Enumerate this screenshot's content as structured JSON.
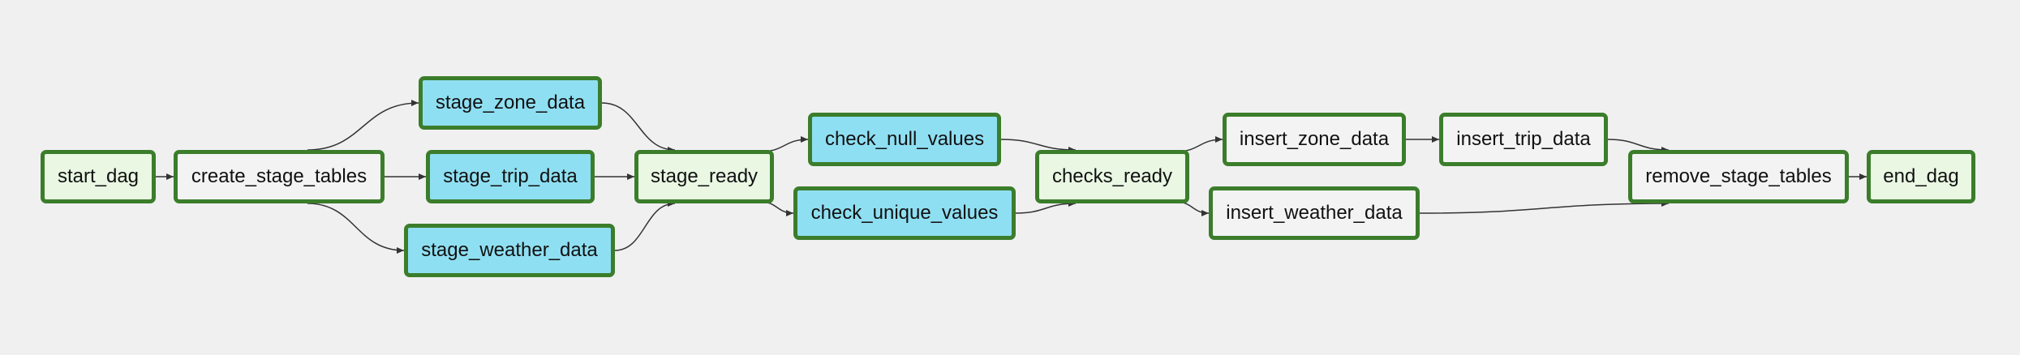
{
  "graph": {
    "nodes": {
      "start_dag": "start_dag",
      "create_stage_tables": "create_stage_tables",
      "stage_zone_data": "stage_zone_data",
      "stage_trip_data": "stage_trip_data",
      "stage_weather_data": "stage_weather_data",
      "stage_ready": "stage_ready",
      "check_null_values": "check_null_values",
      "check_unique_values": "check_unique_values",
      "checks_ready": "checks_ready",
      "insert_zone_data": "insert_zone_data",
      "insert_trip_data": "insert_trip_data",
      "insert_weather_data": "insert_weather_data",
      "remove_stage_tables": "remove_stage_tables",
      "end_dag": "end_dag"
    },
    "edges": [
      [
        "start_dag",
        "create_stage_tables"
      ],
      [
        "create_stage_tables",
        "stage_zone_data"
      ],
      [
        "create_stage_tables",
        "stage_trip_data"
      ],
      [
        "create_stage_tables",
        "stage_weather_data"
      ],
      [
        "stage_zone_data",
        "stage_ready"
      ],
      [
        "stage_trip_data",
        "stage_ready"
      ],
      [
        "stage_weather_data",
        "stage_ready"
      ],
      [
        "stage_ready",
        "check_null_values"
      ],
      [
        "stage_ready",
        "check_unique_values"
      ],
      [
        "check_null_values",
        "checks_ready"
      ],
      [
        "check_unique_values",
        "checks_ready"
      ],
      [
        "checks_ready",
        "insert_zone_data"
      ],
      [
        "checks_ready",
        "insert_weather_data"
      ],
      [
        "insert_zone_data",
        "insert_trip_data"
      ],
      [
        "insert_trip_data",
        "remove_stage_tables"
      ],
      [
        "insert_weather_data",
        "remove_stage_tables"
      ],
      [
        "remove_stage_tables",
        "end_dag"
      ]
    ],
    "colors": {
      "border": "#3b7d2b",
      "dummy_fill": "#e9f7e3",
      "sql_fill": "#8fdff2",
      "custom_fill": "#f3f3f3",
      "edge": "#333333"
    }
  }
}
